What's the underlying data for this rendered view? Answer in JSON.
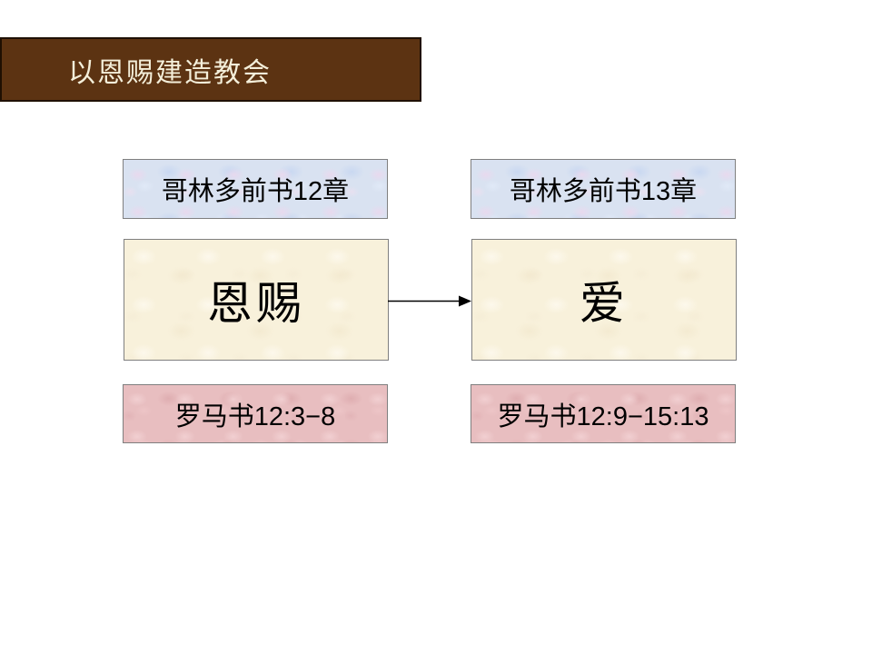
{
  "title_bar": {
    "text": "以恩赐建造教会"
  },
  "diagram": {
    "left_column": {
      "top_ref": "哥林多前书12章",
      "concept": "恩赐",
      "bottom_ref": "罗马书12:3−8"
    },
    "right_column": {
      "top_ref": "哥林多前书13章",
      "concept": "爱",
      "bottom_ref": "罗马书12:9−15:13"
    },
    "connector": {
      "type": "arrow-right",
      "from": "恩赐",
      "to": "爱"
    }
  },
  "colors": {
    "page_bg": "#ffffff",
    "title_bar_bg": "#5c3312",
    "title_bar_border": "#1f1002",
    "title_text": "#f4efda",
    "ref_top_bg": "#d9e2f1",
    "concept_bg": "#f8f1db",
    "ref_bottom_bg": "#e8bec0",
    "box_border": "#7f7f7f",
    "text_color": "#000000",
    "arrow_color": "#000000"
  }
}
